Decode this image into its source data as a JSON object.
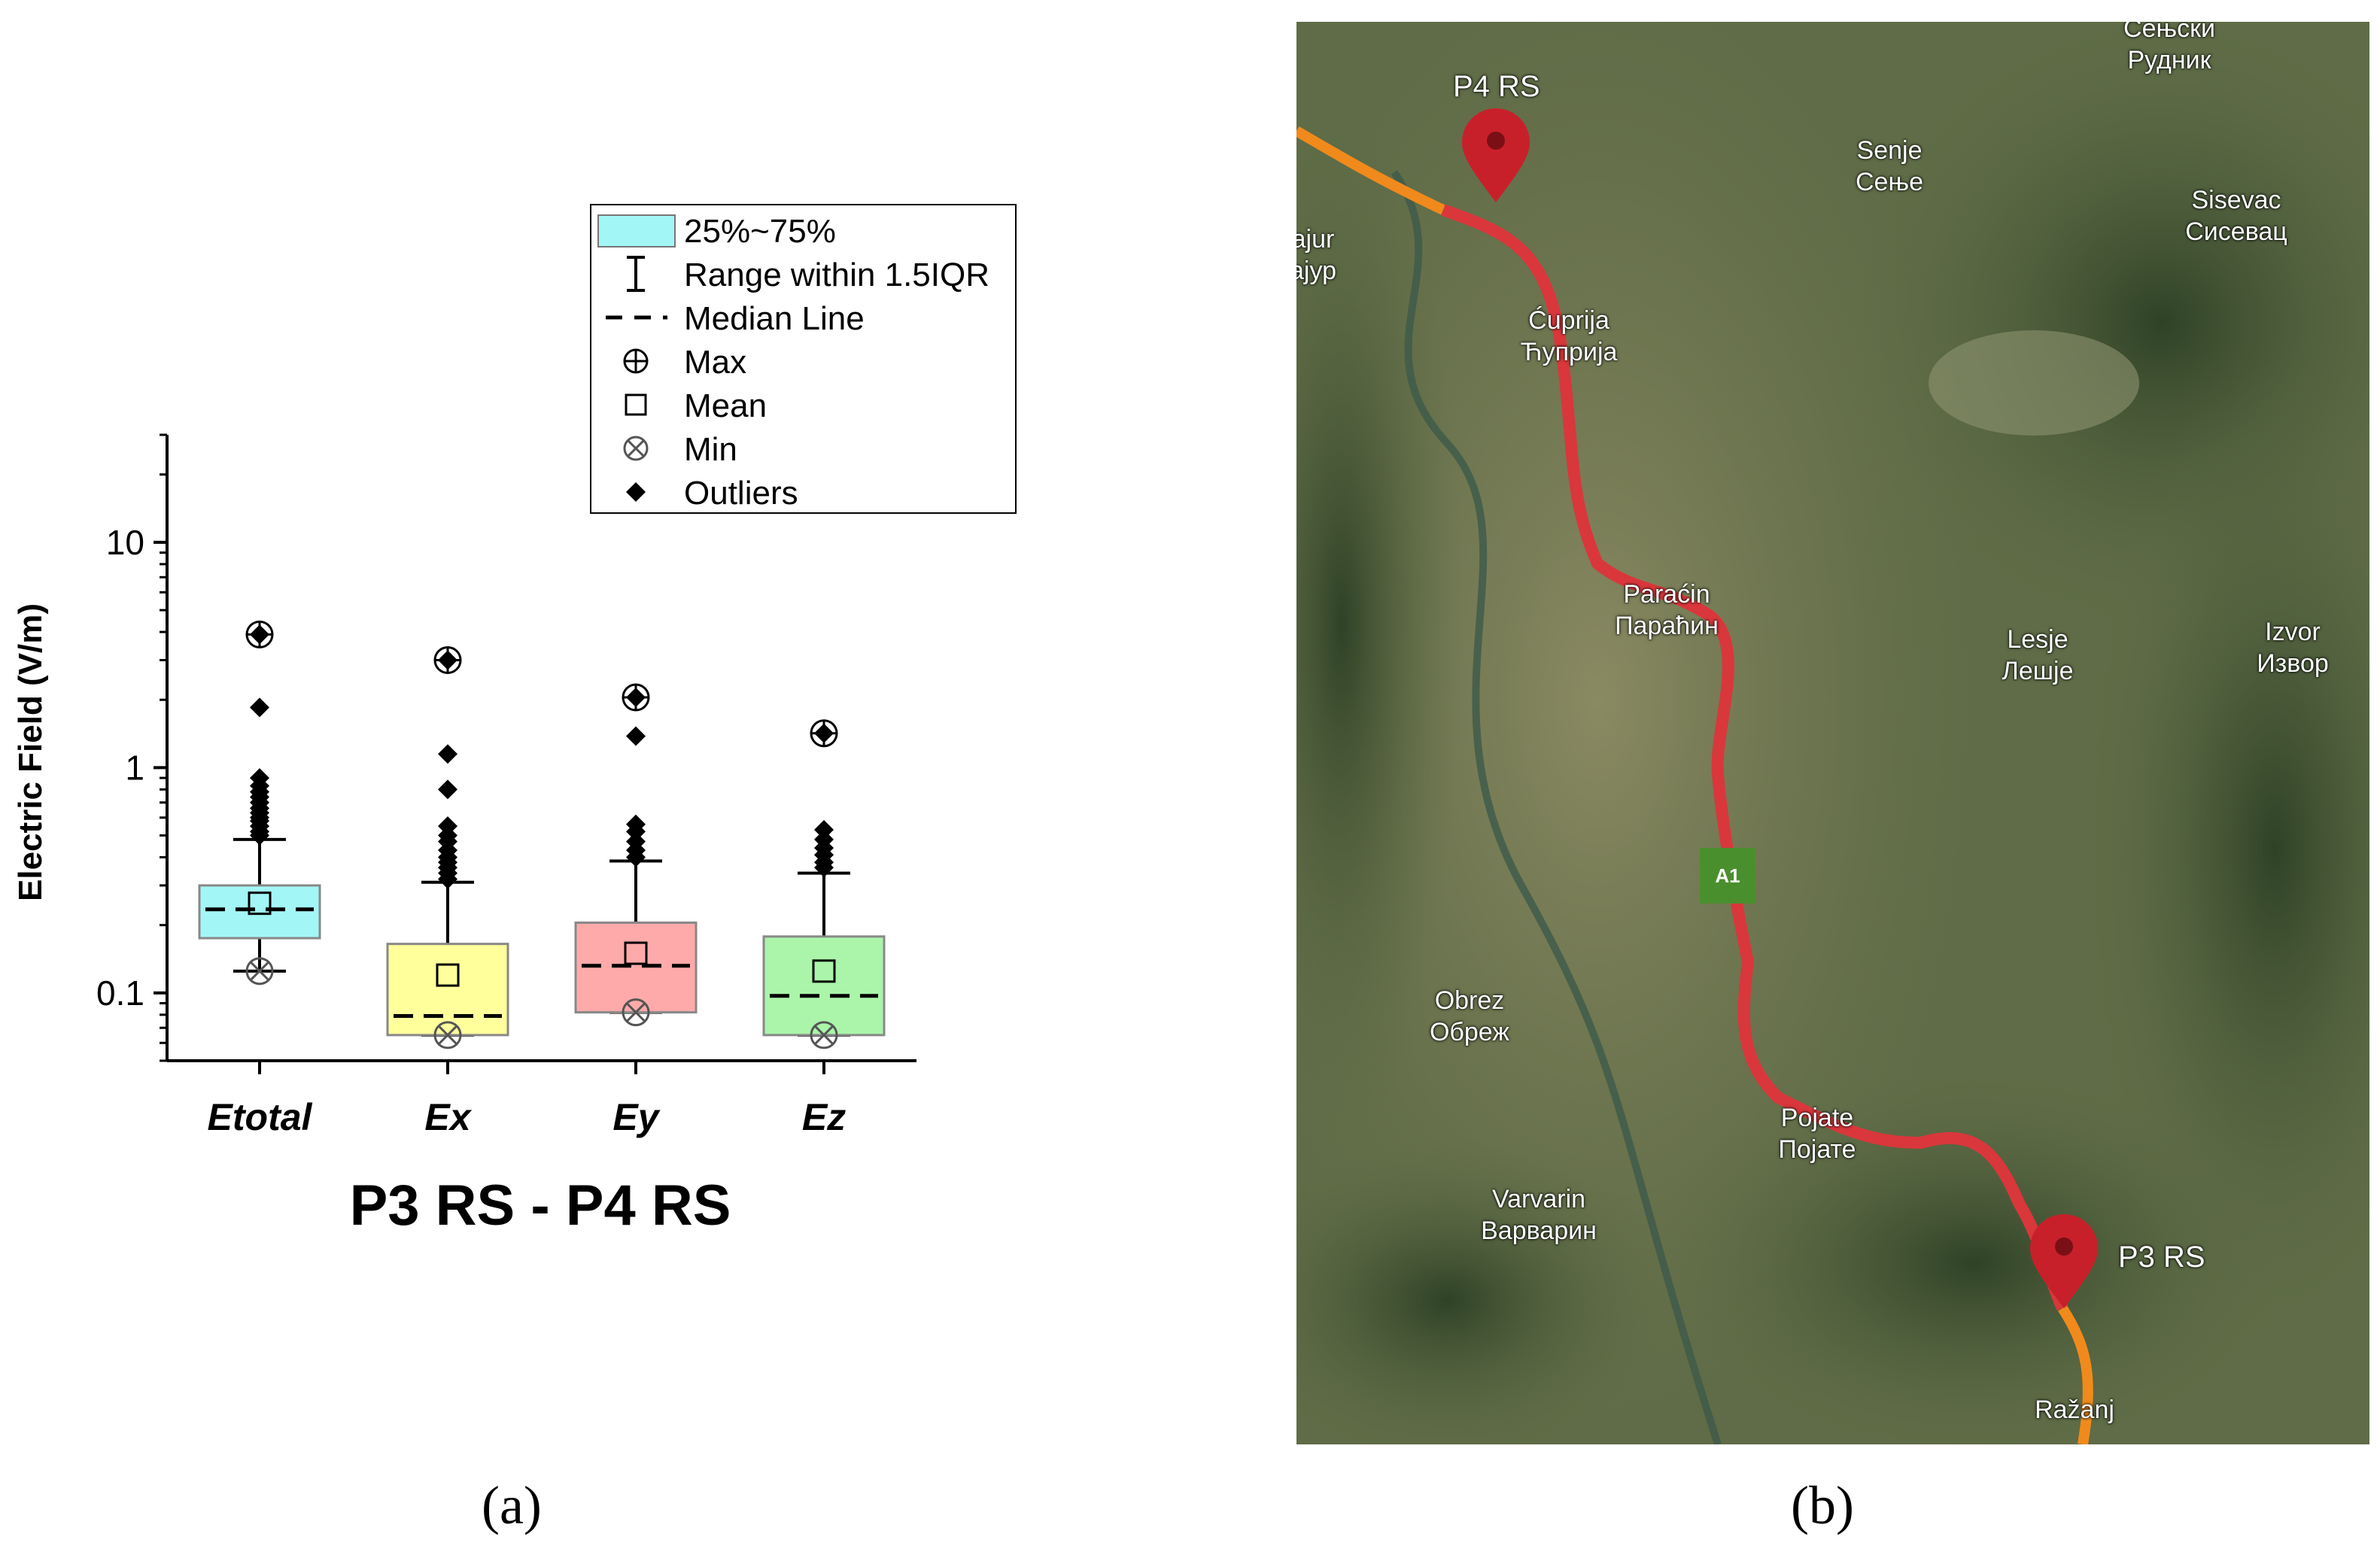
{
  "chart_data": {
    "type": "box",
    "title": "P3 RS - P4 RS",
    "ylabel": "Electric Field (V/m)",
    "xlabel": "",
    "yscale": "log",
    "ylim": [
      0.05,
      30
    ],
    "yticks": [
      0.1,
      1,
      10
    ],
    "ytick_labels": [
      "0.1",
      "1",
      "10"
    ],
    "categories": [
      "Etotal",
      "Ex",
      "Ey",
      "Ez"
    ],
    "legend": {
      "placement": "top-right",
      "entries": [
        "25%~75%",
        "Range within 1.5IQR",
        "Median Line",
        "Max",
        "Mean",
        "Min",
        "Outliers"
      ]
    },
    "series": [
      {
        "category": "Etotal",
        "color": "#a3f6f6",
        "q1": 0.175,
        "q3": 0.3,
        "median": 0.235,
        "mean": 0.25,
        "whisker_low": 0.125,
        "whisker_high": 0.48,
        "min": 0.125,
        "max": 3.9,
        "outliers": [
          0.5,
          0.52,
          0.55,
          0.58,
          0.6,
          0.63,
          0.66,
          0.7,
          0.74,
          0.78,
          0.83,
          0.9,
          1.85,
          3.9
        ]
      },
      {
        "category": "Ex",
        "color": "#ffff9c",
        "q1": 0.065,
        "q3": 0.165,
        "median": 0.079,
        "mean": 0.12,
        "whisker_low": 0.065,
        "whisker_high": 0.31,
        "min": 0.065,
        "max": 3.0,
        "outliers": [
          0.32,
          0.34,
          0.36,
          0.38,
          0.4,
          0.43,
          0.47,
          0.5,
          0.55,
          0.8,
          1.15,
          3.0
        ]
      },
      {
        "category": "Ey",
        "color": "#ffaaaa",
        "q1": 0.082,
        "q3": 0.205,
        "median": 0.132,
        "mean": 0.15,
        "whisker_low": 0.082,
        "whisker_high": 0.385,
        "min": 0.082,
        "max": 2.05,
        "outliers": [
          0.4,
          0.43,
          0.47,
          0.52,
          0.56,
          1.38,
          2.05
        ]
      },
      {
        "category": "Ez",
        "color": "#aaf5aa",
        "q1": 0.065,
        "q3": 0.178,
        "median": 0.097,
        "mean": 0.125,
        "whisker_low": 0.065,
        "whisker_high": 0.34,
        "min": 0.065,
        "max": 1.42,
        "outliers": [
          0.36,
          0.38,
          0.41,
          0.44,
          0.48,
          0.53,
          1.42
        ]
      }
    ]
  },
  "map": {
    "labels": {
      "senjski_rudnik": "Сењски\nРудник",
      "senje": "Senje\nСење",
      "sisevac": "Sisevac\nСисевац",
      "jagodina_cut": "ajur\nајур",
      "cuprija": "Ćuprija\nЋуприја",
      "paracin": "Paraćin\nПараћин",
      "lesje": "Lesje\nЛешје",
      "izvor": "Izvor\nИзвор",
      "obrez": "Obrez\nОбреж",
      "pojate": "Pojate\nПојате",
      "varvarin": "Varvarin\nВарварин",
      "razanj": "Ražanj"
    },
    "road_badge": "A1",
    "markers": {
      "p4": "P4 RS",
      "p3": "P3 RS"
    },
    "colors": {
      "route": "#d9373b",
      "route_ext": "#f08a1c",
      "marker": "#c8202a"
    }
  },
  "captions": {
    "a": "(a)",
    "b": "(b)"
  }
}
